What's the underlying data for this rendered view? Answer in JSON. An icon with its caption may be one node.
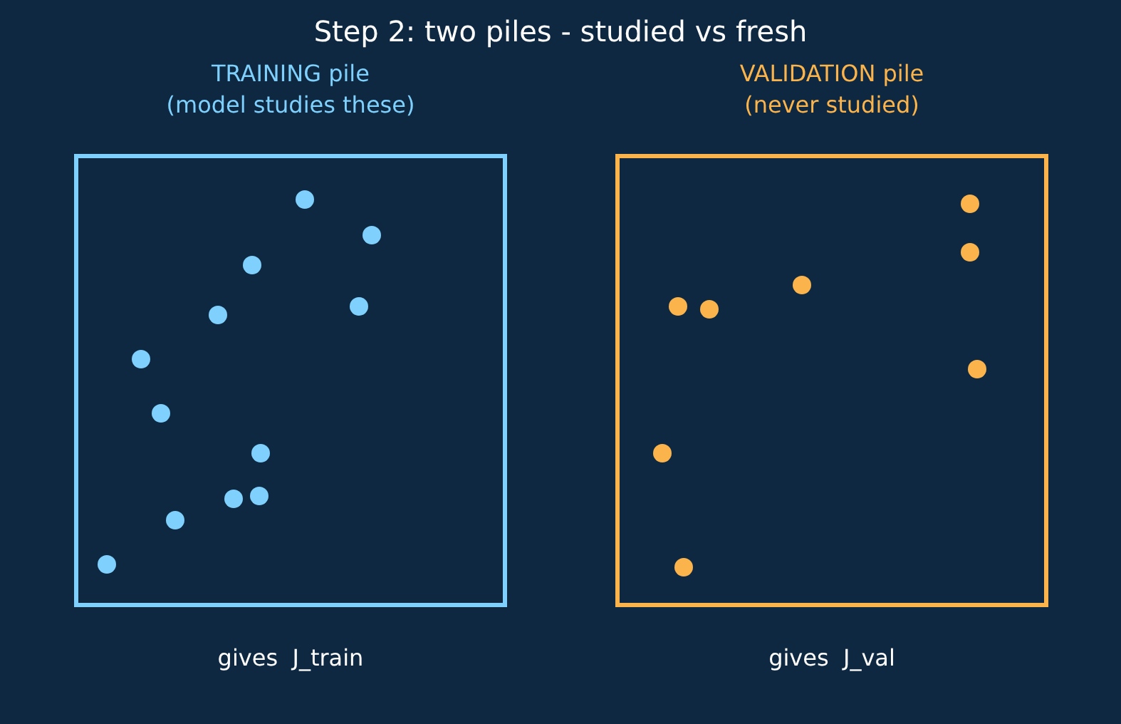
{
  "diagram": {
    "title": "Step 2: two piles - studied vs fresh",
    "nodes": [
      {
        "text": [
          "TRAINING pile (model studies these)"
        ],
        "beside": [
          "gives  J_train"
        ]
      },
      {
        "text": [
          "VALIDATION pile (never studied)"
        ],
        "beside": [
          "gives  J_val"
        ]
      }
    ]
  }
}
